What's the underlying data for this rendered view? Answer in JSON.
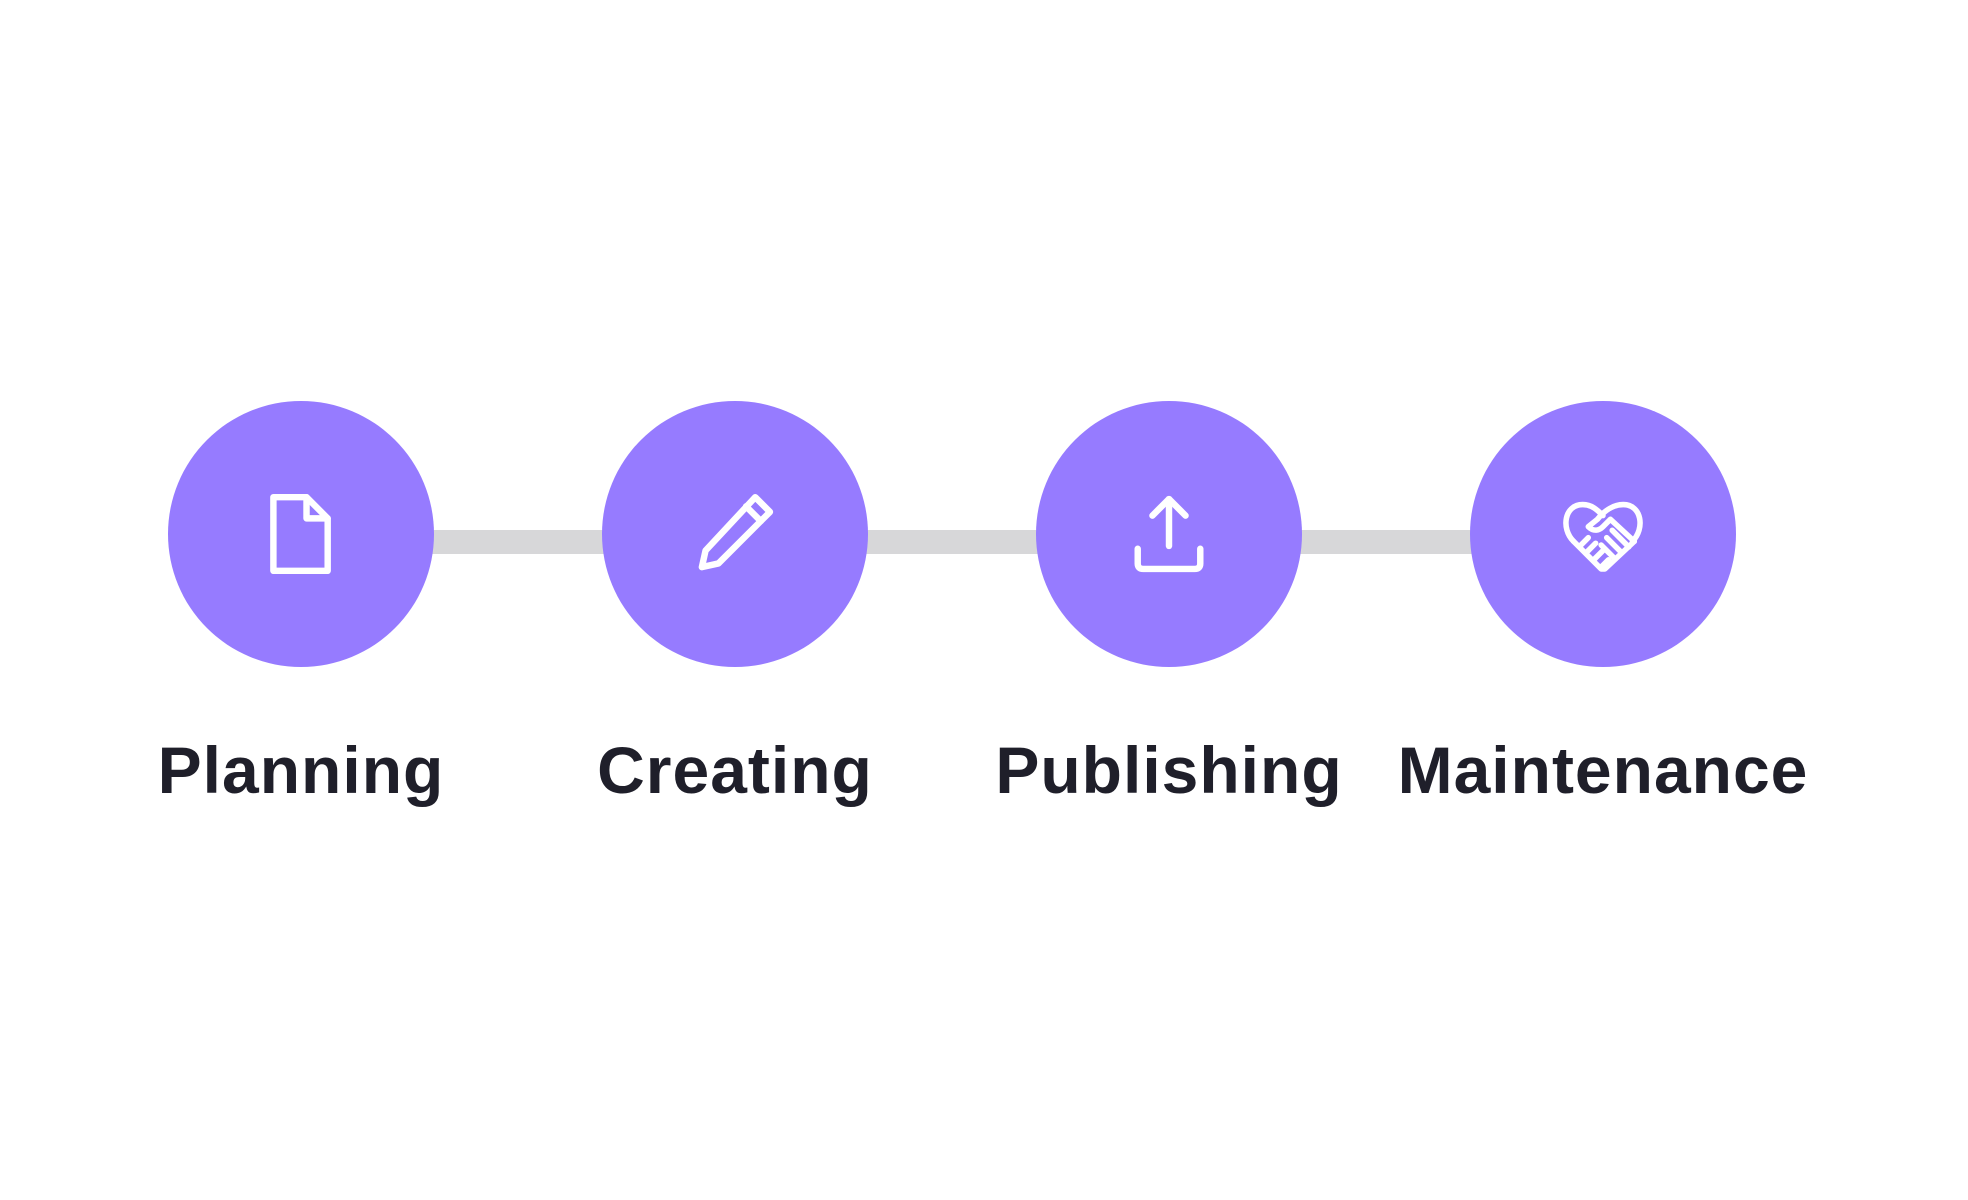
{
  "colors": {
    "circle": "#967bff",
    "icon": "#ffffff",
    "connector": "#d7d7d9",
    "label": "#1f1f2a",
    "background": "#ffffff"
  },
  "steps": [
    {
      "label": "Planning",
      "icon": "document-icon"
    },
    {
      "label": "Creating",
      "icon": "pencil-icon"
    },
    {
      "label": "Publishing",
      "icon": "upload-icon"
    },
    {
      "label": "Maintenance",
      "icon": "handshake-heart-icon"
    }
  ]
}
